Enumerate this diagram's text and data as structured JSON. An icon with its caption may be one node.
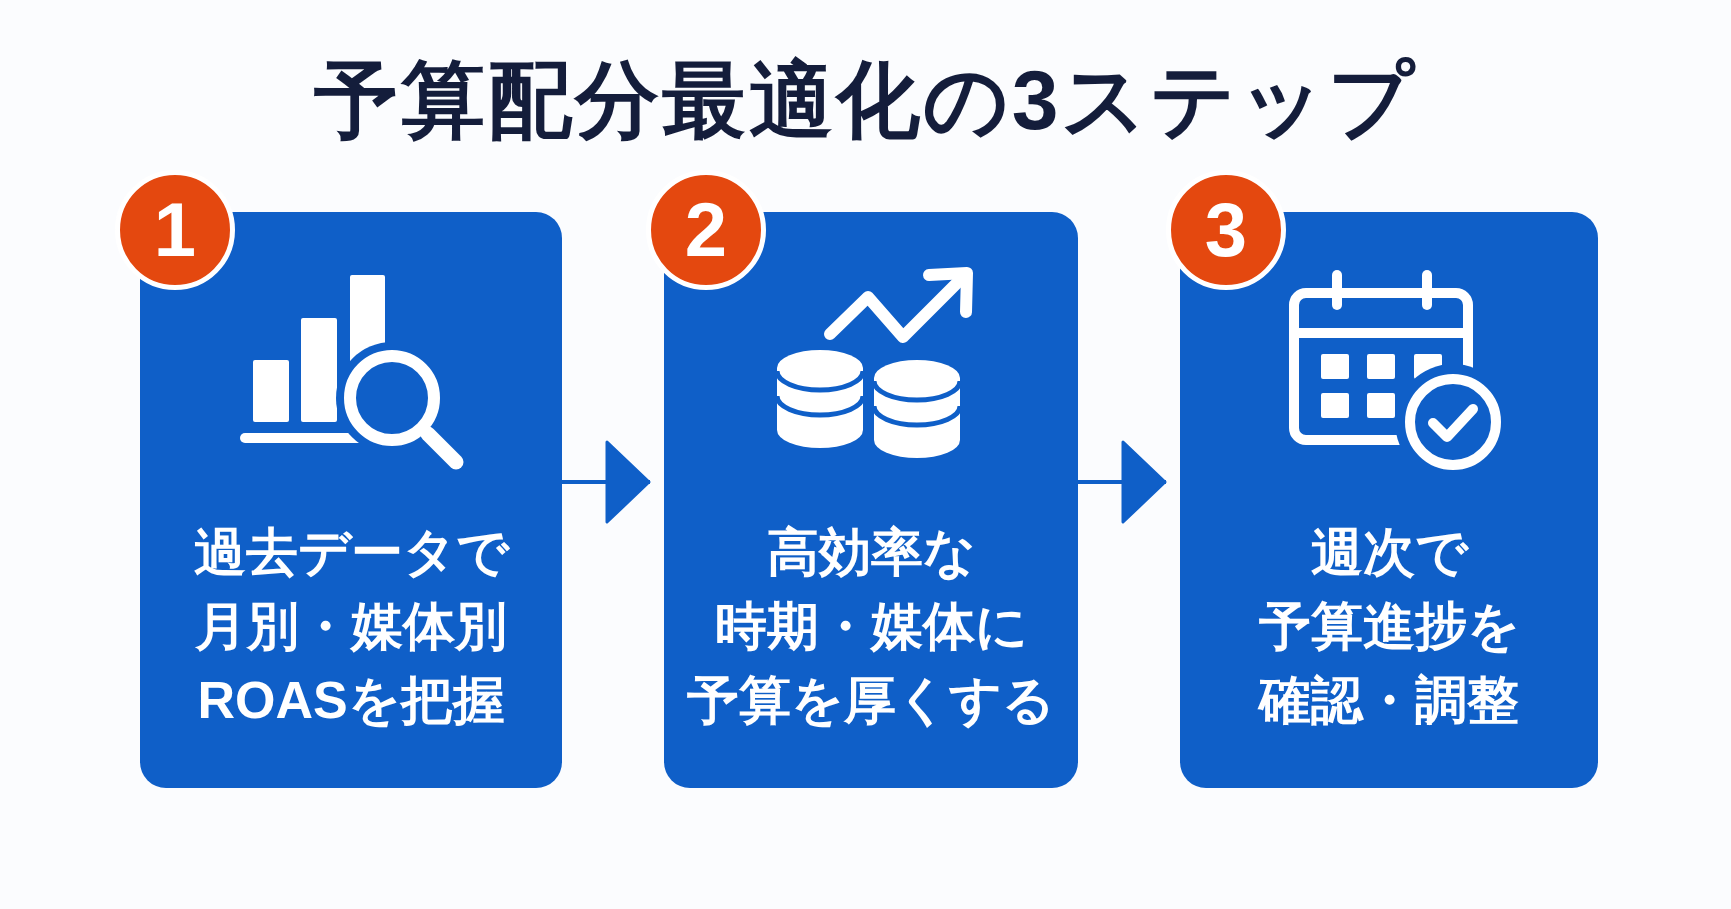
{
  "diagram": {
    "title": "予算配分最適化の3ステップ",
    "nodes": [
      {
        "text": [
          "1"
        ]
      },
      {
        "text": [
          "過去データで月別・媒体別ROASを把握"
        ]
      },
      {
        "text": [
          "2"
        ]
      },
      {
        "text": [
          "高効率な時期・媒体に予算を厚くする"
        ]
      },
      {
        "text": [
          "3"
        ]
      },
      {
        "text": [
          "週次で予算進捗を確認・調整"
        ]
      }
    ],
    "edges": [
      {
        "from": 1,
        "to": 3,
        "arrow": "to"
      },
      {
        "from": 3,
        "to": 5,
        "arrow": "to"
      }
    ]
  }
}
